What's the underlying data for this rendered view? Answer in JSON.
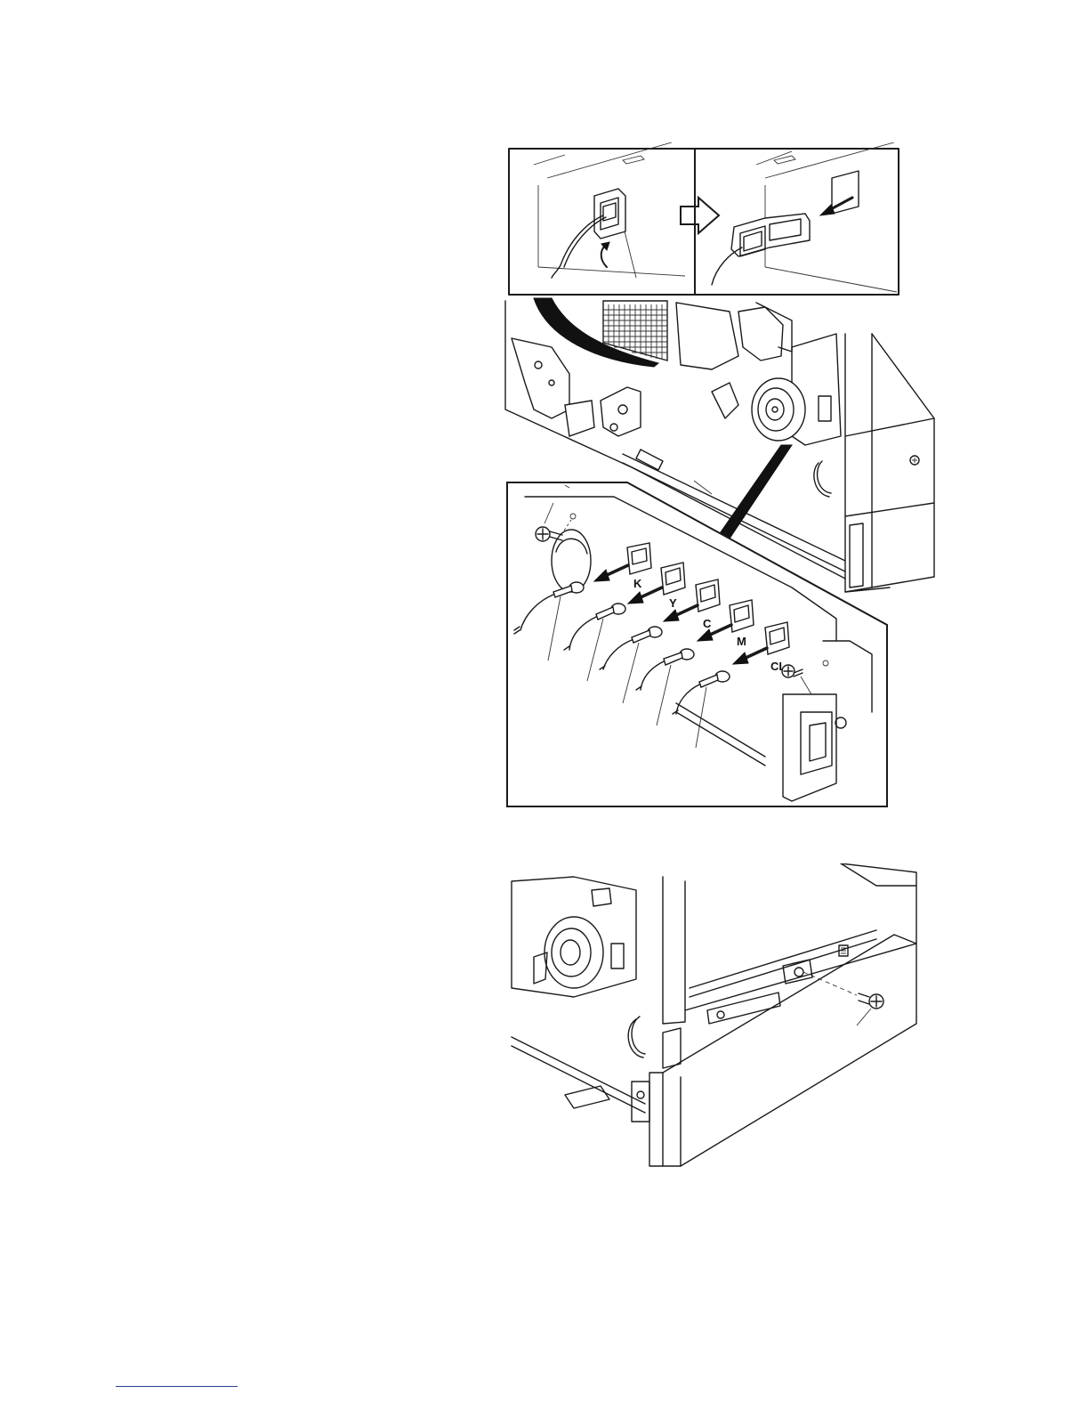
{
  "figure1": {
    "connector_labels": [
      "K",
      "Y",
      "C",
      "M",
      "CL"
    ]
  },
  "colors": {
    "line": "#1a1a1a",
    "footer_rule": "#2b3f8c"
  }
}
